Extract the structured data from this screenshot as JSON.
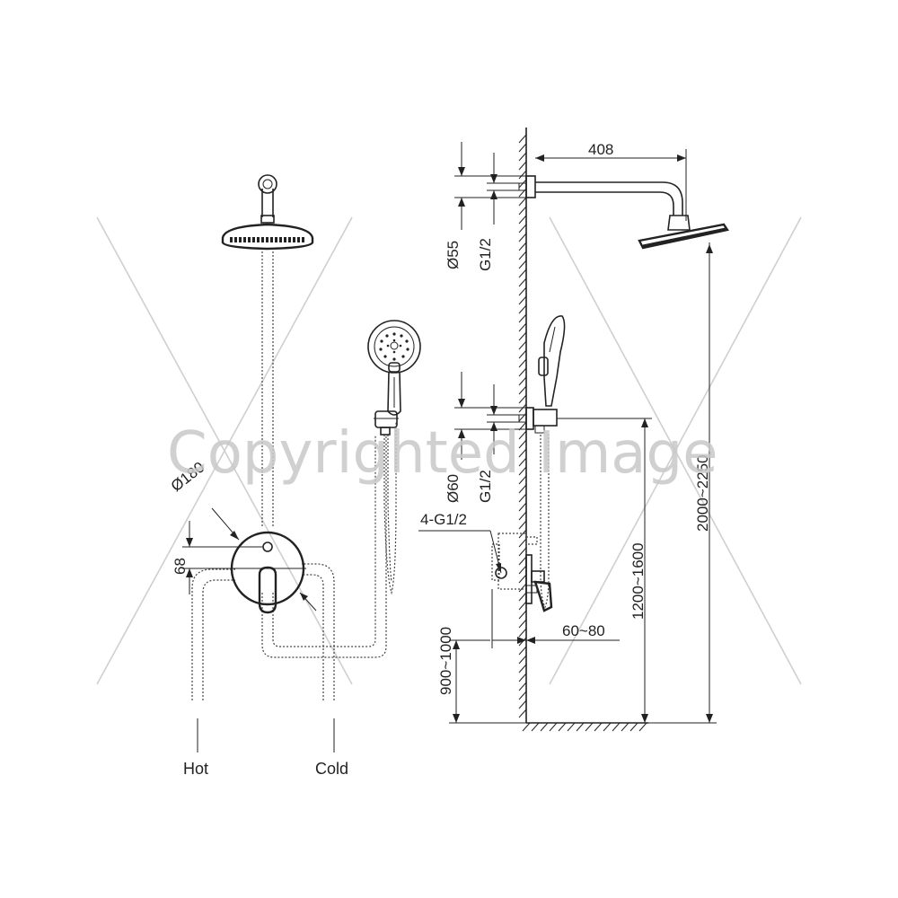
{
  "watermark": "Copyrighted Image",
  "front_view": {
    "handle_diameter": "Ø180",
    "handle_offset": "68",
    "inlet_hot": "Hot",
    "inlet_cold": "Cold"
  },
  "side_view": {
    "arm_length": "408",
    "head_flange_diameter": "Ø55",
    "head_thread": "G1/2",
    "outlet_flange_diameter": "Ø60",
    "outlet_thread": "G1/2",
    "valve_ports": "4-G1/2",
    "valve_height": "900~1000",
    "valve_depth": "60~80",
    "outlet_height": "1200~1600",
    "head_height": "2000~2250"
  }
}
